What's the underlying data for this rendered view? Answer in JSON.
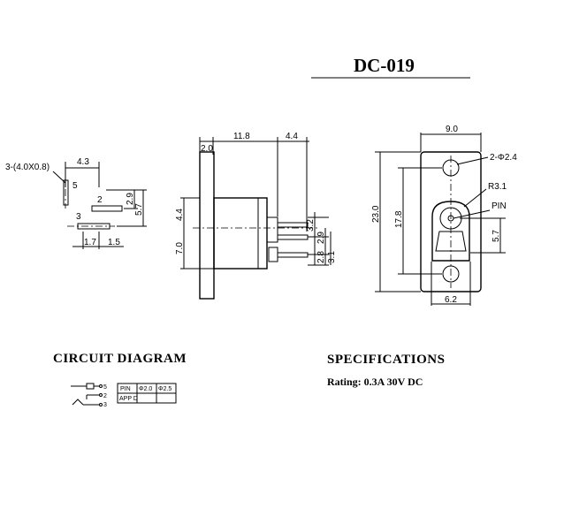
{
  "title": "DC-019",
  "left_view": {
    "pin_note": "3-(4.0X0.8)",
    "dims": [
      "4.3",
      "2.9",
      "5.7",
      "1.7",
      "1.5"
    ],
    "pins": [
      "5",
      "2",
      "3"
    ]
  },
  "side_view": {
    "dims": [
      "2.0",
      "11.8",
      "4.4",
      "4.4",
      "7.0",
      "3.2",
      "2.9",
      "2.8",
      "3.1"
    ]
  },
  "front_view": {
    "dims": [
      "9.0",
      "2-Φ2.4",
      "R3.1",
      "PIN",
      "23.0",
      "17.8",
      "5.7",
      "6.2"
    ]
  },
  "circuit": {
    "heading": "CIRCUIT DIAGRAM",
    "pins": [
      "5",
      "2",
      "3"
    ],
    "table": [
      [
        "PIN",
        "Φ2.0",
        "Φ2.5"
      ],
      [
        "APP D",
        "",
        ""
      ]
    ]
  },
  "specs": {
    "heading": "SPECIFICATIONS",
    "rating": "Rating: 0.3A 30V DC"
  }
}
